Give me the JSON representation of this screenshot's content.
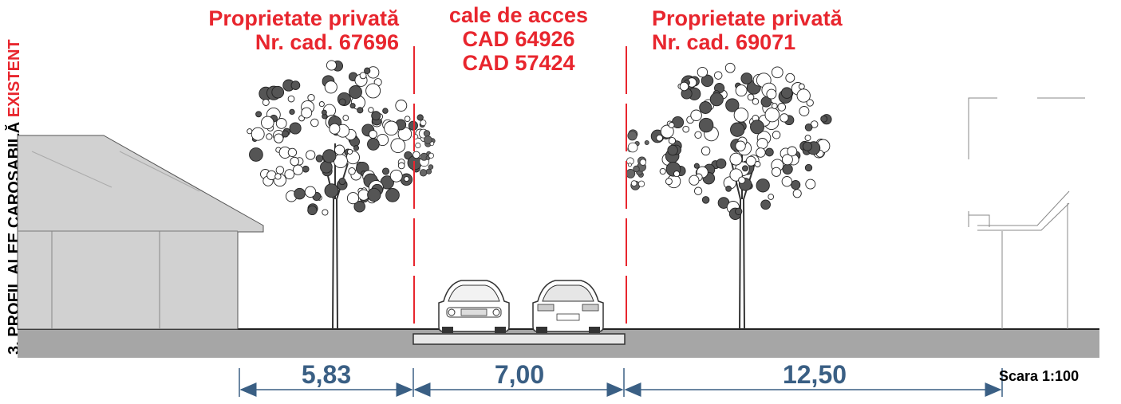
{
  "title_vertical": {
    "part1": "3. PROFIL ALEE CAROSABILĂ ",
    "part2": "EXISTENT"
  },
  "parcels": {
    "left": {
      "line1": "Proprietate privată",
      "line2": "Nr. cad. 67696"
    },
    "center": {
      "line1": "cale de acces",
      "line2": "CAD 64926",
      "line3": "CAD 57424"
    },
    "right": {
      "line1": "Proprietate privată",
      "line2": "Nr. cad. 69071"
    }
  },
  "dimensions": {
    "left_width": "5,83",
    "road_width": "7,00",
    "right_width": "12,50",
    "unit_note": ""
  },
  "scale": "Scara 1:100",
  "colors": {
    "accent_red": "#e8262e",
    "dimension_blue": "#3a5f84",
    "ground_gray": "#a6a6a6",
    "building_gray": "#d1d1d1"
  },
  "icons": [
    "house-icon",
    "tree-icon",
    "car-front-icon",
    "car-rear-icon",
    "building-outline-icon"
  ]
}
